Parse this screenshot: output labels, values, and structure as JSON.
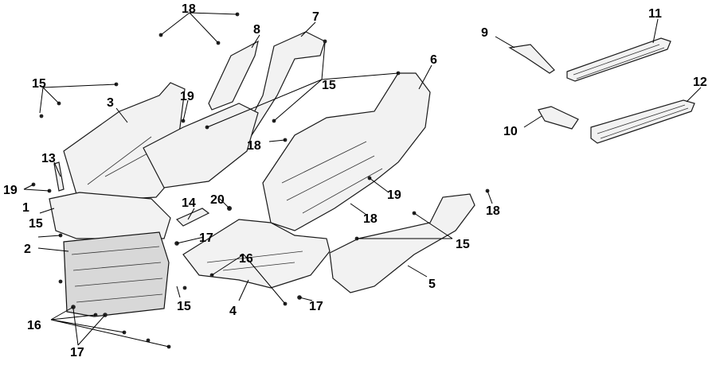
{
  "diagram": {
    "callouts": [
      {
        "id": "c1",
        "label": "1"
      },
      {
        "id": "c2",
        "label": "2"
      },
      {
        "id": "c3",
        "label": "3"
      },
      {
        "id": "c4",
        "label": "4"
      },
      {
        "id": "c5",
        "label": "5"
      },
      {
        "id": "c6",
        "label": "6"
      },
      {
        "id": "c7",
        "label": "7"
      },
      {
        "id": "c8",
        "label": "8"
      },
      {
        "id": "c9",
        "label": "9"
      },
      {
        "id": "c10",
        "label": "10"
      },
      {
        "id": "c11",
        "label": "11"
      },
      {
        "id": "c12",
        "label": "12"
      },
      {
        "id": "c13",
        "label": "13"
      },
      {
        "id": "c14",
        "label": "14"
      },
      {
        "id": "c15a",
        "label": "15"
      },
      {
        "id": "c15b",
        "label": "15"
      },
      {
        "id": "c15c",
        "label": "15"
      },
      {
        "id": "c15d",
        "label": "15"
      },
      {
        "id": "c15e",
        "label": "15"
      },
      {
        "id": "c16a",
        "label": "16"
      },
      {
        "id": "c16b",
        "label": "16"
      },
      {
        "id": "c17a",
        "label": "17"
      },
      {
        "id": "c17b",
        "label": "17"
      },
      {
        "id": "c17c",
        "label": "17"
      },
      {
        "id": "c18a",
        "label": "18"
      },
      {
        "id": "c18b",
        "label": "18"
      },
      {
        "id": "c18c",
        "label": "18"
      },
      {
        "id": "c18d",
        "label": "18"
      },
      {
        "id": "c19a",
        "label": "19"
      },
      {
        "id": "c19b",
        "label": "19"
      },
      {
        "id": "c19c",
        "label": "19"
      },
      {
        "id": "c20",
        "label": "20"
      }
    ]
  }
}
